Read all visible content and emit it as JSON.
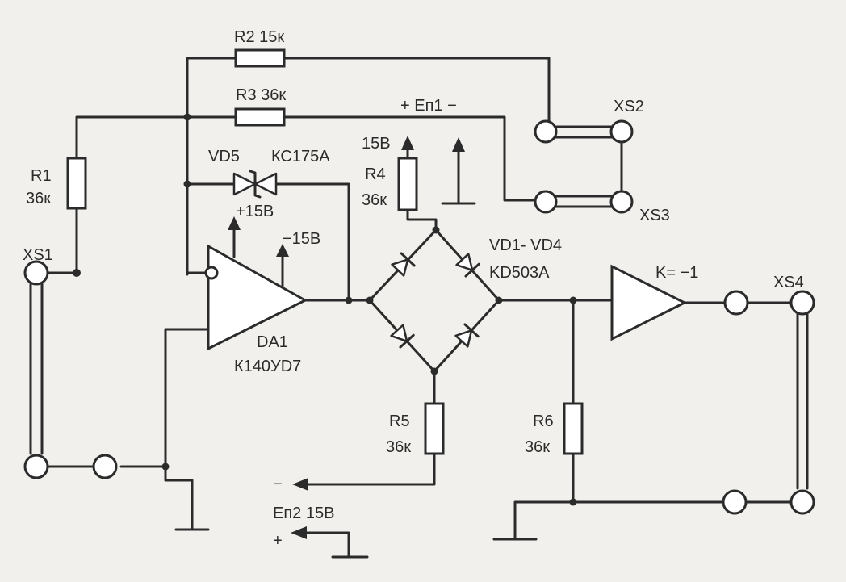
{
  "labels": {
    "r2": "R2 15к",
    "r3": "R3 36к",
    "ep1": "+ Еп1 −",
    "xs2": "XS2",
    "xs3": "XS3",
    "r1_name": "R1",
    "r1_value": "36к",
    "xs1": "XS1",
    "vd5": "VD5",
    "kc175a": "КС175А",
    "plus15": "+15В",
    "minus15": "−15В",
    "v15": "15В",
    "r4_name": "R4",
    "r4_value": "36к",
    "vd1_vd4": "VD1- VD4",
    "kd503a": "KD503A",
    "gain": "K= −1",
    "xs4": "XS4",
    "da1": "DA1",
    "k140": "К140УD7",
    "r5_name": "R5",
    "r5_value": "36к",
    "r6_name": "R6",
    "r6_value": "36к",
    "minus_sign": "−",
    "ep2": "Еп2  15В",
    "plus_sign": "+"
  }
}
